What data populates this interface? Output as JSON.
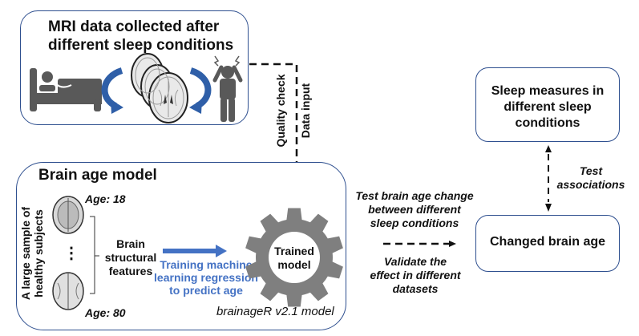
{
  "mri_panel": {
    "title_line1": "MRI data collected after",
    "title_line2": "different sleep conditions",
    "icons": [
      "sleeping-in-bed-icon",
      "mri-brain-slices-icon",
      "sleep-deprived-person-icon",
      "cycle-arrow-icon"
    ]
  },
  "connector_labels": {
    "quality_check": "Quality check",
    "data_input": "Data input"
  },
  "brain_age_model": {
    "title": "Brain age model",
    "sample_label_line1": "A large sample of",
    "sample_label_line2": "healthy subjects",
    "age_young": "Age: 18",
    "age_old": "Age: 80",
    "ellipsis": "⋮",
    "features_line1": "Brain",
    "features_line2": "structural",
    "features_line3": "features",
    "training_line1": "Training machine",
    "training_line2": "learning regression",
    "training_line3": "to predict age",
    "gear_line1": "Trained",
    "gear_line2": "model",
    "model_version": "brainageR v2.1 model"
  },
  "middle_text": {
    "test_line1": "Test brain age change",
    "test_line2": "between different",
    "test_line3": "sleep conditions",
    "validate_line1": "Validate the",
    "validate_line2": "effect in different",
    "validate_line3": "datasets"
  },
  "sleep_measures_box": {
    "line1": "Sleep measures in",
    "line2": "different sleep",
    "line3": "conditions"
  },
  "association_label": {
    "line1": "Test",
    "line2": "associations"
  },
  "changed_brain_age_box": {
    "label": "Changed brain age"
  },
  "colors": {
    "box_border": "#2e4f8f",
    "accent_blue": "#4472c4",
    "icon_gray": "#595959",
    "gear_gray": "#7f7f7f"
  }
}
